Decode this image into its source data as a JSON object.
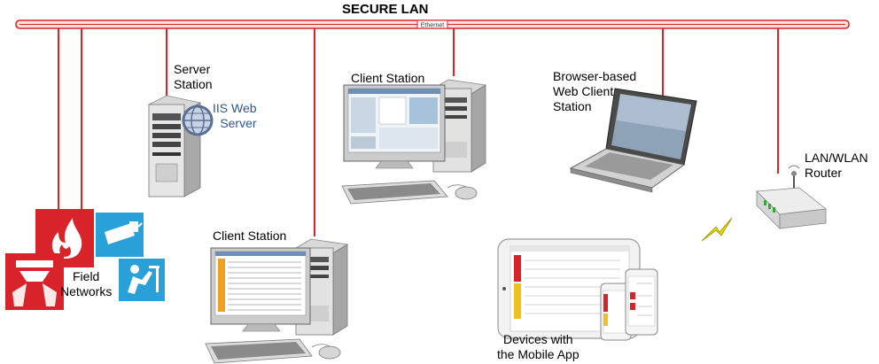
{
  "diagram": {
    "title": "SECURE LAN",
    "bus_label": "Ethernet",
    "nodes": [
      {
        "id": "server",
        "label": "Server\nStation"
      },
      {
        "id": "iis",
        "label": "IIS Web\nServer"
      },
      {
        "id": "client_top",
        "label": "Client Station"
      },
      {
        "id": "client_bottom",
        "label": "Client Station"
      },
      {
        "id": "web_client",
        "label": "Browser-based\nWeb Client\nStation"
      },
      {
        "id": "router",
        "label": "LAN/WLAN\nRouter"
      },
      {
        "id": "field",
        "label": "Field\nNetworks"
      },
      {
        "id": "mobile",
        "label": "Devices with\nthe Mobile App"
      }
    ],
    "colors": {
      "bus": "#e0202a",
      "bus_fill": "#fbe0e0",
      "iis_text": "#2f5597",
      "icon_red": "#d9232a",
      "icon_blue": "#2aa0d8"
    }
  }
}
